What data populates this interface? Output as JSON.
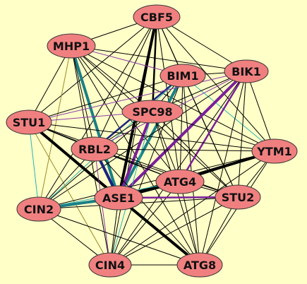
{
  "diagram": {
    "background": "#ffffc8",
    "node_fill": "#f08080",
    "node_stroke": "#333333",
    "nodes": [
      {
        "id": "CBF5",
        "label": "CBF5"
      },
      {
        "id": "MHP1",
        "label": "MHP1"
      },
      {
        "id": "BIM1",
        "label": "BIM1"
      },
      {
        "id": "BIK1",
        "label": "BIK1"
      },
      {
        "id": "SPC98",
        "label": "SPC98"
      },
      {
        "id": "STU1",
        "label": "STU1"
      },
      {
        "id": "RBL2",
        "label": "RBL2"
      },
      {
        "id": "YTM1",
        "label": "YTM1"
      },
      {
        "id": "ATG4",
        "label": "ATG4"
      },
      {
        "id": "ASE1",
        "label": "ASE1"
      },
      {
        "id": "STU2",
        "label": "STU2"
      },
      {
        "id": "CIN2",
        "label": "CIN2"
      },
      {
        "id": "CIN4",
        "label": "CIN4"
      },
      {
        "id": "ATG8",
        "label": "ATG8"
      }
    ],
    "edge_colors": {
      "black": "#000000",
      "teal": "#1a7f86",
      "purple": "#7a1f9a",
      "navy": "#1a237e",
      "cyan": "#27b3b3",
      "olive": "#9a8a2a",
      "thin_purple": "#8a3aa8"
    },
    "edges": [
      {
        "source": "CBF5",
        "target": "ASE1",
        "color": "black",
        "weight": "heavy"
      },
      {
        "source": "CBF5",
        "target": "RBL2",
        "color": "black",
        "weight": "thin"
      },
      {
        "source": "CBF5",
        "target": "STU1",
        "color": "black",
        "weight": "thin"
      },
      {
        "source": "CBF5",
        "target": "MHP1",
        "color": "black",
        "weight": "thin"
      },
      {
        "source": "CBF5",
        "target": "BIM1",
        "color": "black",
        "weight": "thin"
      },
      {
        "source": "CBF5",
        "target": "BIK1",
        "color": "black",
        "weight": "thin"
      },
      {
        "source": "CBF5",
        "target": "SPC98",
        "color": "black",
        "weight": "medium"
      },
      {
        "source": "CBF5",
        "target": "ATG4",
        "color": "black",
        "weight": "thin"
      },
      {
        "source": "CBF5",
        "target": "YTM1",
        "color": "black",
        "weight": "thin"
      },
      {
        "source": "CBF5",
        "target": "CIN4",
        "color": "black",
        "weight": "thin"
      },
      {
        "source": "CBF5",
        "target": "STU2",
        "color": "black",
        "weight": "thin"
      },
      {
        "source": "CBF5",
        "target": "CIN2",
        "color": "black",
        "weight": "thin"
      },
      {
        "source": "MHP1",
        "target": "ASE1",
        "color": "teal",
        "weight": "heavy"
      },
      {
        "source": "MHP1",
        "target": "RBL2",
        "color": "black",
        "weight": "thin"
      },
      {
        "source": "MHP1",
        "target": "STU1",
        "color": "black",
        "weight": "thin"
      },
      {
        "source": "MHP1",
        "target": "BIM1",
        "color": "thin_purple",
        "weight": "thin"
      },
      {
        "source": "MHP1",
        "target": "BIK1",
        "color": "black",
        "weight": "thin"
      },
      {
        "source": "MHP1",
        "target": "SPC98",
        "color": "black",
        "weight": "thin"
      },
      {
        "source": "MHP1",
        "target": "CIN2",
        "color": "olive",
        "weight": "thin"
      },
      {
        "source": "MHP1",
        "target": "CIN4",
        "color": "black",
        "weight": "thin"
      },
      {
        "source": "MHP1",
        "target": "ATG4",
        "color": "black",
        "weight": "thin"
      },
      {
        "source": "MHP1",
        "target": "YTM1",
        "color": "black",
        "weight": "thin"
      },
      {
        "source": "MHP1",
        "target": "STU2",
        "color": "black",
        "weight": "thin"
      },
      {
        "source": "MHP1",
        "target": "ATG8",
        "color": "black",
        "weight": "thin"
      },
      {
        "source": "BIM1",
        "target": "ASE1",
        "color": "teal",
        "weight": "heavy"
      },
      {
        "source": "BIM1",
        "target": "BIK1",
        "color": "black",
        "weight": "thin"
      },
      {
        "source": "BIM1",
        "target": "SPC98",
        "color": "black",
        "weight": "thin"
      },
      {
        "source": "BIM1",
        "target": "RBL2",
        "color": "navy",
        "weight": "medium"
      },
      {
        "source": "BIM1",
        "target": "STU1",
        "color": "black",
        "weight": "thin"
      },
      {
        "source": "BIM1",
        "target": "ATG4",
        "color": "black",
        "weight": "thin"
      },
      {
        "source": "BIM1",
        "target": "YTM1",
        "color": "cyan",
        "weight": "thin"
      },
      {
        "source": "BIM1",
        "target": "STU2",
        "color": "black",
        "weight": "thin"
      },
      {
        "source": "BIM1",
        "target": "CIN2",
        "color": "cyan",
        "weight": "thin"
      },
      {
        "source": "BIM1",
        "target": "CIN4",
        "color": "black",
        "weight": "thin"
      },
      {
        "source": "BIM1",
        "target": "ATG8",
        "color": "black",
        "weight": "thin"
      },
      {
        "source": "BIK1",
        "target": "ASE1",
        "color": "purple",
        "weight": "heavy"
      },
      {
        "source": "BIK1",
        "target": "SPC98",
        "color": "black",
        "weight": "thin"
      },
      {
        "source": "BIK1",
        "target": "RBL2",
        "color": "thin_purple",
        "weight": "thin"
      },
      {
        "source": "BIK1",
        "target": "STU1",
        "color": "thin_purple",
        "weight": "thin"
      },
      {
        "source": "BIK1",
        "target": "ATG4",
        "color": "purple",
        "weight": "medium"
      },
      {
        "source": "BIK1",
        "target": "YTM1",
        "color": "black",
        "weight": "thin"
      },
      {
        "source": "BIK1",
        "target": "STU2",
        "color": "black",
        "weight": "thin"
      },
      {
        "source": "BIK1",
        "target": "CIN2",
        "color": "black",
        "weight": "thin"
      },
      {
        "source": "BIK1",
        "target": "CIN4",
        "color": "black",
        "weight": "thin"
      },
      {
        "source": "BIK1",
        "target": "ATG8",
        "color": "black",
        "weight": "thin"
      },
      {
        "source": "SPC98",
        "target": "ASE1",
        "color": "purple",
        "weight": "heavy"
      },
      {
        "source": "SPC98",
        "target": "RBL2",
        "color": "black",
        "weight": "thin"
      },
      {
        "source": "SPC98",
        "target": "STU1",
        "color": "thin_purple",
        "weight": "thin"
      },
      {
        "source": "SPC98",
        "target": "ATG4",
        "color": "black",
        "weight": "thin"
      },
      {
        "source": "SPC98",
        "target": "YTM1",
        "color": "black",
        "weight": "thin"
      },
      {
        "source": "SPC98",
        "target": "STU2",
        "color": "black",
        "weight": "thin"
      },
      {
        "source": "SPC98",
        "target": "CIN2",
        "color": "black",
        "weight": "thin"
      },
      {
        "source": "SPC98",
        "target": "CIN4",
        "color": "cyan",
        "weight": "thin"
      },
      {
        "source": "SPC98",
        "target": "ATG8",
        "color": "black",
        "weight": "thin"
      },
      {
        "source": "STU1",
        "target": "ASE1",
        "color": "black",
        "weight": "heavy"
      },
      {
        "source": "STU1",
        "target": "RBL2",
        "color": "black",
        "weight": "thin"
      },
      {
        "source": "STU1",
        "target": "ATG4",
        "color": "black",
        "weight": "thin"
      },
      {
        "source": "STU1",
        "target": "YTM1",
        "color": "black",
        "weight": "thin"
      },
      {
        "source": "STU1",
        "target": "STU2",
        "color": "black",
        "weight": "thin"
      },
      {
        "source": "STU1",
        "target": "CIN2",
        "color": "cyan",
        "weight": "thin"
      },
      {
        "source": "STU1",
        "target": "CIN4",
        "color": "olive",
        "weight": "thin"
      },
      {
        "source": "STU1",
        "target": "ATG8",
        "color": "black",
        "weight": "thin"
      },
      {
        "source": "RBL2",
        "target": "ASE1",
        "color": "navy",
        "weight": "heavy"
      },
      {
        "source": "RBL2",
        "target": "ATG4",
        "color": "black",
        "weight": "thin"
      },
      {
        "source": "RBL2",
        "target": "YTM1",
        "color": "black",
        "weight": "thin"
      },
      {
        "source": "RBL2",
        "target": "STU2",
        "color": "black",
        "weight": "thin"
      },
      {
        "source": "RBL2",
        "target": "CIN2",
        "color": "black",
        "weight": "thin"
      },
      {
        "source": "RBL2",
        "target": "CIN4",
        "color": "thin_purple",
        "weight": "thin"
      },
      {
        "source": "RBL2",
        "target": "ATG8",
        "color": "black",
        "weight": "thin"
      },
      {
        "source": "YTM1",
        "target": "ASE1",
        "color": "black",
        "weight": "heavy"
      },
      {
        "source": "YTM1",
        "target": "ATG4",
        "color": "black",
        "weight": "thin"
      },
      {
        "source": "YTM1",
        "target": "STU2",
        "color": "black",
        "weight": "thin"
      },
      {
        "source": "YTM1",
        "target": "CIN2",
        "color": "black",
        "weight": "thin"
      },
      {
        "source": "YTM1",
        "target": "CIN4",
        "color": "black",
        "weight": "thin"
      },
      {
        "source": "YTM1",
        "target": "ATG8",
        "color": "black",
        "weight": "thin"
      },
      {
        "source": "ATG4",
        "target": "ASE1",
        "color": "black",
        "weight": "heavy"
      },
      {
        "source": "ATG4",
        "target": "STU2",
        "color": "black",
        "weight": "thin"
      },
      {
        "source": "ATG4",
        "target": "CIN2",
        "color": "cyan",
        "weight": "thin"
      },
      {
        "source": "ATG4",
        "target": "CIN4",
        "color": "black",
        "weight": "thin"
      },
      {
        "source": "ATG4",
        "target": "ATG8",
        "color": "black",
        "weight": "thin"
      },
      {
        "source": "ASE1",
        "target": "STU2",
        "color": "purple",
        "weight": "medium"
      },
      {
        "source": "ASE1",
        "target": "CIN2",
        "color": "teal",
        "weight": "heavy"
      },
      {
        "source": "ASE1",
        "target": "CIN4",
        "color": "black",
        "weight": "thin"
      },
      {
        "source": "ASE1",
        "target": "ATG8",
        "color": "black",
        "weight": "heavy"
      },
      {
        "source": "STU2",
        "target": "CIN2",
        "color": "black",
        "weight": "thin"
      },
      {
        "source": "STU2",
        "target": "CIN4",
        "color": "black",
        "weight": "thin"
      },
      {
        "source": "STU2",
        "target": "ATG8",
        "color": "black",
        "weight": "thin"
      },
      {
        "source": "CIN2",
        "target": "CIN4",
        "color": "black",
        "weight": "thin"
      },
      {
        "source": "CIN2",
        "target": "ATG8",
        "color": "black",
        "weight": "thin"
      },
      {
        "source": "CIN4",
        "target": "ATG8",
        "color": "black",
        "weight": "thin"
      }
    ]
  }
}
